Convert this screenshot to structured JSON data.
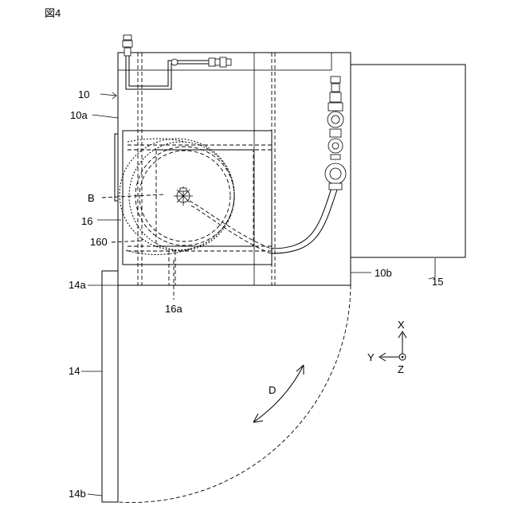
{
  "figure": {
    "title": "図4"
  },
  "labels": {
    "body": "10",
    "body_side": "10a",
    "body_edge": "10b",
    "panel": "14",
    "panel_top": "14a",
    "panel_bottom": "14b",
    "unit": "15",
    "holder": "16",
    "holder_part": "16a",
    "holder_frame": "160",
    "reel": "B",
    "swing": "D"
  },
  "axes": {
    "x": "X",
    "y": "Y",
    "z": "Z"
  }
}
